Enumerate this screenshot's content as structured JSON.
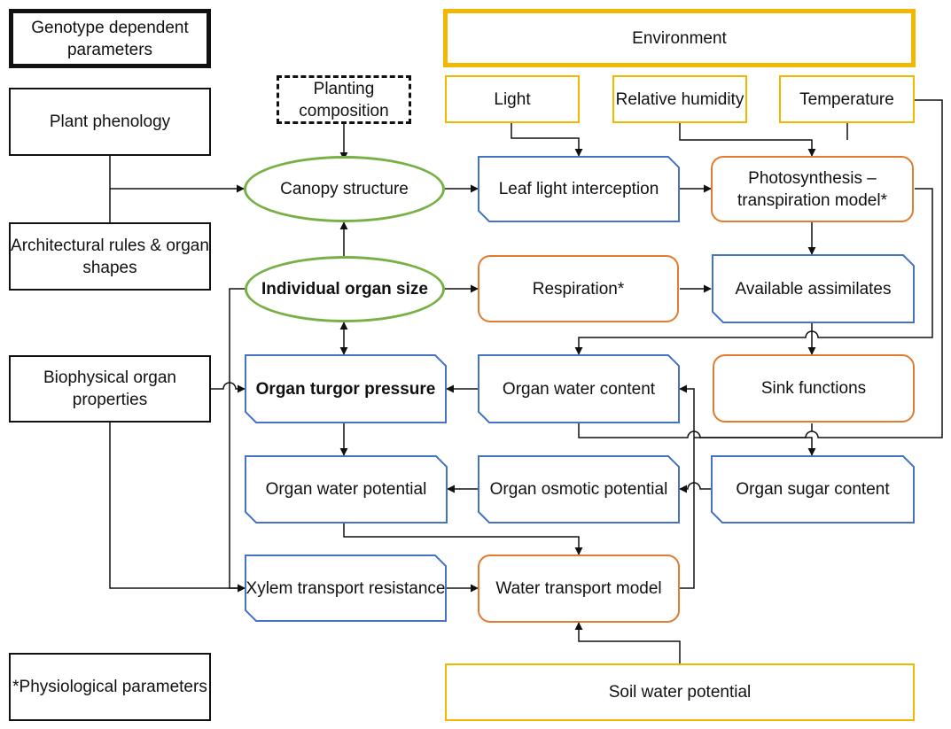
{
  "legend": {
    "genotype": "Genotype dependent parameters",
    "phenology": "Plant phenology",
    "architecture": "Architectural rules & organ shapes",
    "biophysical": "Biophysical organ properties",
    "physiological": "*Physiological parameters"
  },
  "inputs": {
    "planting": "Planting composition",
    "environment": "Environment",
    "light": "Light",
    "humidity": "Relative humidity",
    "temperature": "Temperature",
    "soil": "Soil water potential"
  },
  "nodes": {
    "canopy": "Canopy structure",
    "organ_size": "Individual organ size",
    "leaf_light": "Leaf light interception",
    "photosynthesis": "Photosynthesis – transpiration model*",
    "respiration": "Respiration*",
    "assimilates": "Available assimilates",
    "turgor": "Organ turgor pressure",
    "water_content": "Organ water content",
    "sink": "Sink functions",
    "water_potential": "Organ water potential",
    "osmotic": "Organ osmotic potential",
    "sugar": "Organ sugar content",
    "xylem": "Xylem transport resistance",
    "transport": "Water transport model"
  },
  "colors": {
    "blue": "#4472c4",
    "orange": "#e07b2f",
    "green": "#77b145",
    "yellow": "#f2b800",
    "black": "#111111"
  }
}
